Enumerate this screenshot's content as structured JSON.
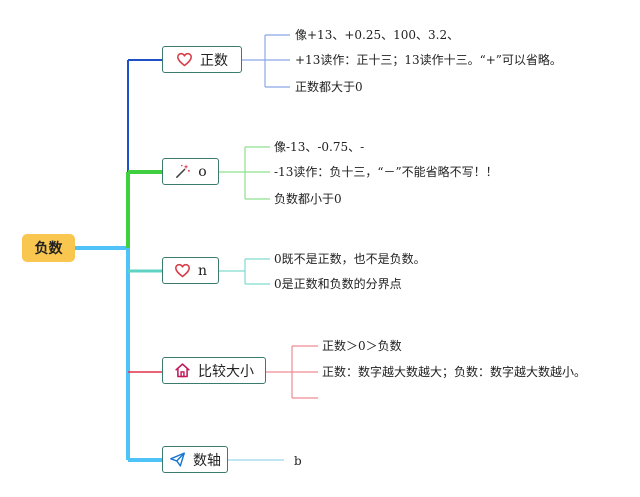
{
  "root": {
    "label": "负数"
  },
  "branches": [
    {
      "label": "正数",
      "icon": "heart-outline-icon",
      "leaves": [
        "像+13、+0.25、100、3.2、",
        "+13读作：正十三；13读作十三。“+”可以省略。",
        "正数都大于0"
      ]
    },
    {
      "label": "o",
      "icon": "magic-wand-icon",
      "leaves": [
        "像-13、-0.75、-",
        "-13读作：负十三，“－”不能省略不写！！",
        "负数都小于0"
      ]
    },
    {
      "label": "n",
      "icon": "heart-outline-icon",
      "leaves": [
        "0既不是正数，也不是负数。",
        "0是正数和负数的分界点"
      ]
    },
    {
      "label": "比较大小",
      "icon": "home-icon",
      "leaves": [
        "正数＞0＞负数",
        "正数：数字越大数越大；负数：数字越大数越小。"
      ]
    },
    {
      "label": "数轴",
      "icon": "send-plane-icon",
      "leaves": [
        "b"
      ]
    }
  ],
  "colors": {
    "root_fill": "#f9c74f",
    "node_border": "#3a7b6e",
    "trunk": "#4fc3f7",
    "branch_1": "#1e50c8",
    "branch_2": "#3fcf3f",
    "branch_3": "#5fd3c3",
    "branch_4": "#e0304a",
    "branch_5": "#4fc3f7",
    "leaf_1": "#8aa8e6",
    "leaf_2": "#8ee08e",
    "leaf_3": "#7fdcd0",
    "leaf_4": "#ef8a95",
    "leaf_5": "#9ad8ee",
    "icon_heart": "#d6404a",
    "icon_home": "#c2185b",
    "icon_plane": "#1976d2"
  }
}
